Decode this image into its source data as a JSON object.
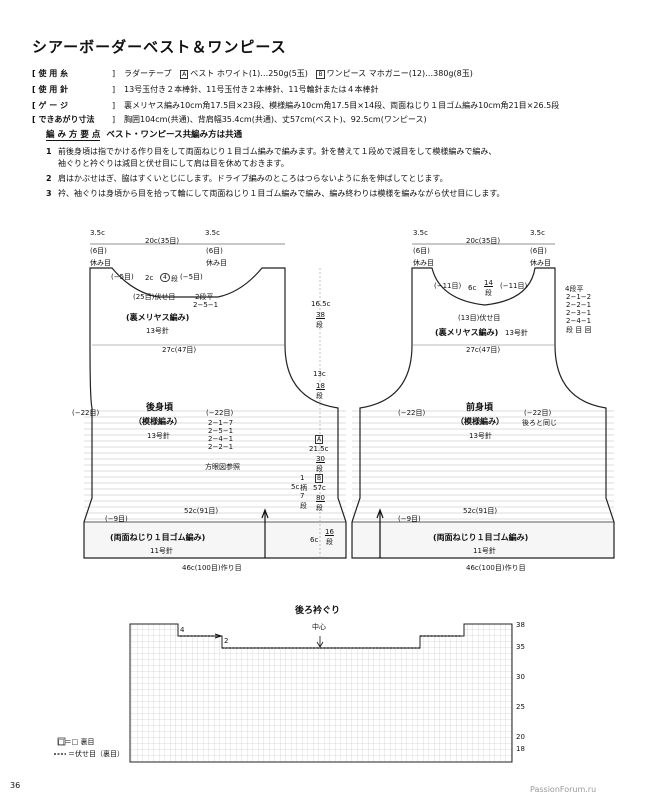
{
  "title": "シアーボーダーベスト＆ワンピース",
  "specs": [
    {
      "label": "使 用 糸",
      "value_pre": "ラダーテープ",
      "box_a": "A",
      "value_a": "ベスト ホワイト(1)…250g(5玉)",
      "box_b": "B",
      "value_b": "ワンピース マホガニー(12)…380g(8玉)"
    },
    {
      "label": "使 用 針",
      "value": "13号玉付き２本棒針、11号玉付き２本棒針、11号輪針または４本棒針"
    },
    {
      "label": "ゲ ー ジ",
      "value": "裏メリヤス編み10cm角17.5目×23段、模様編み10cm角17.5目×14段、両面ねじり１目ゴム編み10cm角21目×26.5段"
    },
    {
      "label": "できあがり寸法",
      "value": "胸囲104cm(共通)、背肩幅35.4cm(共通)、丈57cm(ベスト)、92.5cm(ワンピース)"
    }
  ],
  "bracket_l": "[",
  "bracket_r": "]",
  "howto": {
    "heading": "編 み 方 要 点",
    "subtitle": "ベスト・ワンピース共編み方は共通"
  },
  "steps": [
    {
      "num": "1",
      "line1": "前後身頃は指でかける作り目をして両面ねじり１目ゴム編みで編みます。針を替えて１段めで減目をして模様編みで編み、",
      "line2": "袖ぐりと衿ぐりは減目と伏せ目にして肩は目を休めておきます。"
    },
    {
      "num": "2",
      "line1": "肩はかぶせはぎ、脇はすくいとじにします。ドライブ編みのところはつらないように糸を伸ばしてとじます。",
      "line2": ""
    },
    {
      "num": "3",
      "line1": "衿、袖ぐりは身頃から目を拾って輪にして両面ねじり１目ゴム編みで編み、編み終わりは模様を編みながら伏せ目にします。",
      "line2": ""
    }
  ],
  "back": {
    "sh_w_l": "3.5c",
    "sh_w_l2": "(6目)",
    "neck_w": "20c(35目)",
    "sh_w_r": "3.5c",
    "sh_w_r2": "(6目)",
    "rest_l": "休み目",
    "rest_r": "休み目",
    "dec_l": "(−5目)",
    "dec_r": "(−5目)",
    "neck_2c": "2c",
    "neck_4": "4",
    "neck_4_unit": "段",
    "neck_bind": "(25目)伏せ目",
    "neck_rule1": "2段平",
    "neck_rule2": "2−5−1",
    "upper_name": "(裏メリヤス編み)",
    "upper_needle": "13号針",
    "w27": "27c(47目)",
    "main_name": "後身頃",
    "main_pattern": "（模様編み）",
    "main_needle": "13号針",
    "arm_l": "(−22目)",
    "arm_r": "(−22目)",
    "arm_rules": [
      "2−1−7",
      "2−5−1",
      "2−4−1",
      "2−2−1"
    ],
    "ref": "方眼図参照",
    "w52": "52c(91目)",
    "dec9": "(−9目)",
    "rib_name": "(両面ねじり１目ゴム編み)",
    "rib_needle": "11号針",
    "cast_on": "46c(100目)作り目"
  },
  "middle": {
    "v1": "16.5c",
    "v1s": "38",
    "v1u": "段",
    "v2": "13c",
    "v2s": "18",
    "v2u": "段",
    "a_mark": "A",
    "v3": "21.5c",
    "v3s": "30",
    "v3u": "段",
    "b_mark": "B",
    "v4": "57c",
    "v4s": "80",
    "v4u": "段",
    "v5": "6c",
    "v5s": "16",
    "v5u": "段",
    "seam_1": "1",
    "seam_2": "柄",
    "seam_3": "7",
    "seam_4": "5c",
    "seam_5": "段"
  },
  "front": {
    "sh_w_l": "3.5c",
    "sh_w_l2": "(6目)",
    "neck_w": "20c(35目)",
    "sh_w_r": "3.5c",
    "sh_w_r2": "(6目)",
    "rest_l": "休み目",
    "rest_r": "休み目",
    "dec_l": "(−11目)",
    "dec_r": "(−11目)",
    "neck_6c": "6c",
    "neck_14": "14",
    "neck_14u": "段",
    "neck_bind": "(13目)伏せ目",
    "neck_rules_head": "4段平",
    "neck_rules": [
      "2−1−2",
      "2−2−1",
      "2−3−1",
      "2−4−1"
    ],
    "neck_rules_foot": "段 目 回",
    "upper_name": "(裏メリヤス編み)",
    "upper_needle": "13号針",
    "w27": "27c(47目)",
    "main_name": "前身頃",
    "main_pattern": "（模様編み）",
    "main_needle": "13号針",
    "arm_l": "(−22目)",
    "arm_r": "(−22目)",
    "arm_same": "後ろと同じ",
    "w52": "52c(91目)",
    "dec9": "(−9目)",
    "rib_name": "(両面ねじり１目ゴム編み)",
    "rib_needle": "11号針",
    "cast_on": "46c(100目)作り目"
  },
  "grid": {
    "title": "後ろ衿ぐり",
    "center": "中心",
    "row_labels": [
      "38",
      "35",
      "30",
      "25",
      "20",
      "18"
    ],
    "step_labels": [
      "4",
      "2"
    ],
    "legend1": "□＝□ 裏目",
    "legend2": "＝伏せ目（裏目）"
  },
  "page_number": "36",
  "watermark": "PassionForum.ru"
}
